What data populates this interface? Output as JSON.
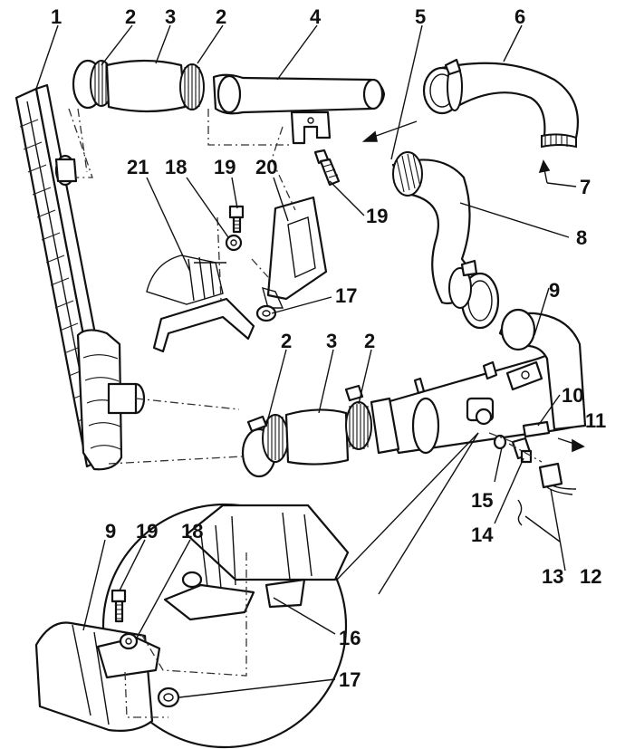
{
  "diagram": {
    "callouts": {
      "c1": "1",
      "c2a": "2",
      "c3a": "3",
      "c2b": "2",
      "c4": "4",
      "c5": "5",
      "c6": "6",
      "c7": "7",
      "c8": "8",
      "c21": "21",
      "c18": "18",
      "c19a": "19",
      "c20": "20",
      "c19b": "19",
      "c17a": "17",
      "c9a": "9",
      "c2c": "2",
      "c3b": "3",
      "c2d": "2",
      "c10": "10",
      "c11": "11",
      "c15": "15",
      "c14": "14",
      "c13": "13",
      "c12": "12",
      "c9b": "9",
      "c19c": "19",
      "c18b": "18",
      "c16": "16",
      "c17b": "17"
    }
  }
}
